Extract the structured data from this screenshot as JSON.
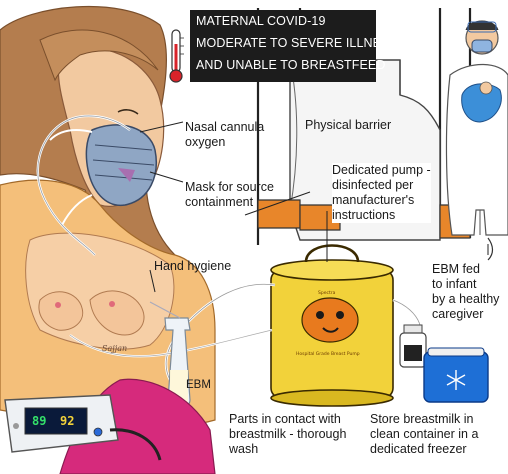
{
  "title_lines": [
    "MATERNAL COVID-19",
    "MODERATE TO SEVERE ILLNESS",
    "AND UNABLE TO BREASTFEED"
  ],
  "labels": {
    "nasal_cannula": "Nasal cannula\noxygen",
    "mask": "Mask for source\ncontainment",
    "physical_barrier": "Physical barrier",
    "dedicated_pump": "Dedicated pump -\ndisinfected per\nmanufacturer's\ninstructions",
    "hand_hygiene": "Hand hygiene",
    "ebm_fed": "EBM fed\nto infant\nby a healthy\ncaregiver",
    "ebm": "EBM",
    "parts_wash": "Parts in contact with\nbreastmilk - thorough\nwash",
    "store": "Store breastmilk in\nclean container in a\ndedicated freezer"
  },
  "monitor": {
    "left_value": "89",
    "right_value": "92"
  },
  "pump_text": {
    "brand": "Spectra",
    "caption": "Hospital Grade Breast Pump"
  },
  "signature": "Sajjan",
  "colors": {
    "title_bg": "#1c1c1c",
    "skin": "#f2c9a0",
    "hair": "#b07a4c",
    "gown": "#f4bf7a",
    "mask": "#8fa6c4",
    "pump_yellow": "#f2d23a",
    "pump_orange": "#e87a1e",
    "freezer_blue": "#1e6fd6",
    "monitor_screen": "#0a1a3a"
  }
}
